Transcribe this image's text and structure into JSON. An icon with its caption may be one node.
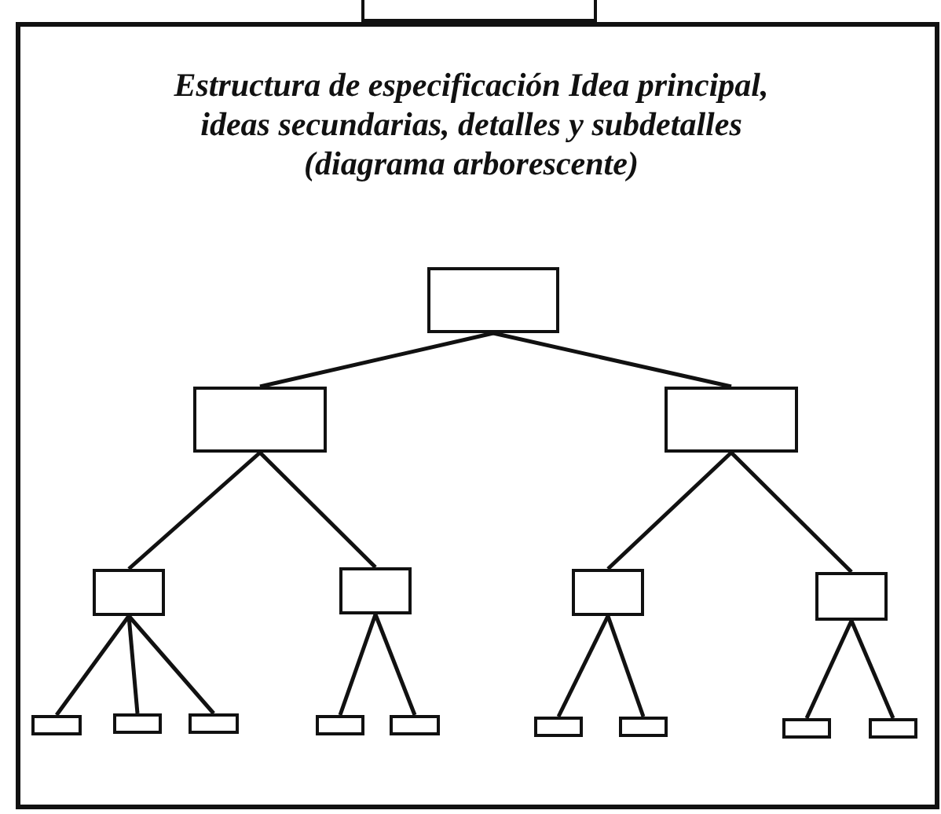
{
  "diagram": {
    "title": "Estructura de especificación Idea principal, ideas secundarias, detalles y subdetalles (diagrama arborescente)",
    "nodes": [
      {
        "text": [],
        "shape": "box"
      },
      {
        "text": [],
        "shape": "box"
      },
      {
        "text": [],
        "shape": "box"
      },
      {
        "text": [],
        "shape": "box"
      },
      {
        "text": [],
        "shape": "box"
      },
      {
        "text": [],
        "shape": "box"
      },
      {
        "text": [],
        "shape": "box"
      },
      {
        "text": [],
        "shape": "box"
      },
      {
        "text": [],
        "shape": "box"
      },
      {
        "text": [],
        "shape": "box"
      },
      {
        "text": [],
        "shape": "box"
      },
      {
        "text": [],
        "shape": "box"
      },
      {
        "text": [],
        "shape": "box"
      },
      {
        "text": [],
        "shape": "box"
      },
      {
        "text": [],
        "shape": "box"
      },
      {
        "text": [],
        "shape": "box"
      }
    ],
    "edges": [
      {
        "from": 0,
        "to": 1,
        "arrow": "none"
      },
      {
        "from": 0,
        "to": 2,
        "arrow": "none"
      },
      {
        "from": 1,
        "to": 3,
        "arrow": "none"
      },
      {
        "from": 1,
        "to": 4,
        "arrow": "none"
      },
      {
        "from": 2,
        "to": 5,
        "arrow": "none"
      },
      {
        "from": 2,
        "to": 6,
        "arrow": "none"
      },
      {
        "from": 3,
        "to": 7,
        "arrow": "none"
      },
      {
        "from": 3,
        "to": 8,
        "arrow": "none"
      },
      {
        "from": 3,
        "to": 9,
        "arrow": "none"
      },
      {
        "from": 4,
        "to": 10,
        "arrow": "none"
      },
      {
        "from": 4,
        "to": 11,
        "arrow": "none"
      },
      {
        "from": 5,
        "to": 12,
        "arrow": "none"
      },
      {
        "from": 5,
        "to": 13,
        "arrow": "none"
      },
      {
        "from": 6,
        "to": 14,
        "arrow": "none"
      },
      {
        "from": 6,
        "to": 15,
        "arrow": "none"
      }
    ]
  }
}
